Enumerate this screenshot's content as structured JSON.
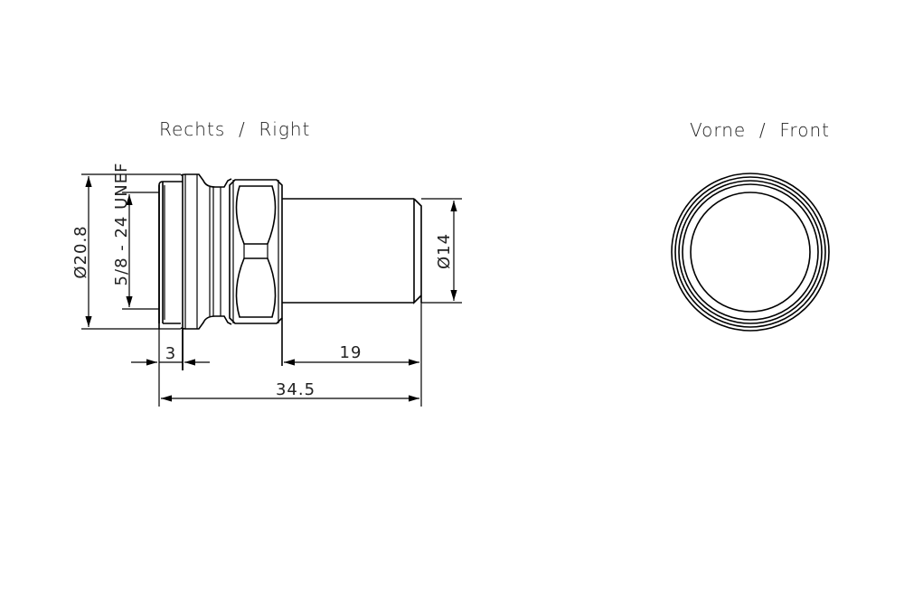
{
  "views": {
    "right": {
      "title": "Rechts  /  Right"
    },
    "front": {
      "title": "Vorne  /  Front"
    }
  },
  "dimensions": {
    "outer_diameter": "Ø20.8",
    "thread": "5/8 - 24  UNEF",
    "tube_diameter": "Ø14",
    "flange_width": "3",
    "tube_length": "19",
    "total_length": "34.5"
  },
  "colors": {
    "line": "#000000",
    "text": "#222222",
    "background": "#ffffff"
  }
}
